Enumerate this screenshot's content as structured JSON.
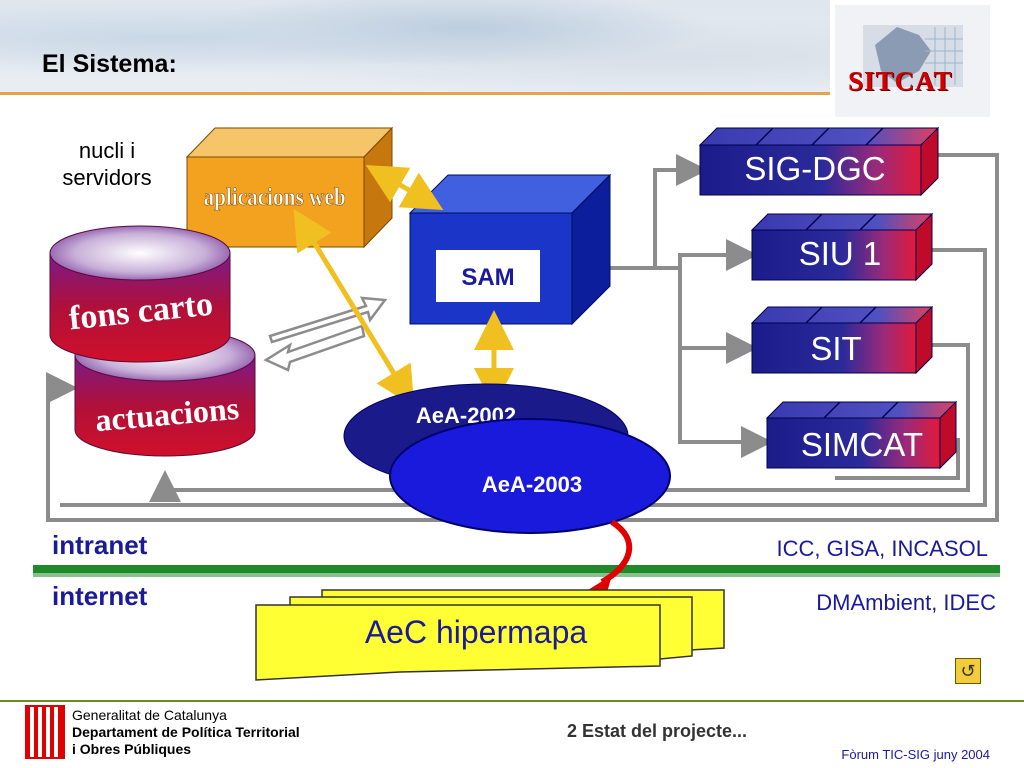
{
  "header": {
    "title": "El Sistema:",
    "logo_text": "SITCAT"
  },
  "labels": {
    "nucli": [
      "nucli i",
      "servidors"
    ],
    "intranet": "intranet",
    "internet": "internet",
    "icc": "ICC, GISA, INCASOL",
    "dmambient": "DMAmbient, IDEC"
  },
  "diagram": {
    "web_box": "aplicacions web",
    "fons_cylinder": "fons carto",
    "actuacions_cylinder": "actuacions",
    "sam": "SAM",
    "aea2002": "AeA-2002",
    "aea2003": "AeA-2003",
    "systems": [
      "SIG-DGC",
      "SIU 1",
      "SIT",
      "SIMCAT"
    ],
    "aec": "AeC hipermapa"
  },
  "footer": {
    "gen1": "Generalitat de Catalunya",
    "gen2": "Departament de Política Territorial",
    "gen3": "i Obres Públiques",
    "estat": "2 Estat del projecte...",
    "forum": "Fòrum TIC-SIG juny 2004"
  },
  "icons": {
    "back": "return-arrow-icon",
    "logo": "catalonia-map-icon",
    "gencat": "gencat-flag-icon"
  },
  "colors": {
    "title_blue": "#1a1a9a",
    "accent_red": "#d40000",
    "box_orange": "#f3a21f",
    "sam_blue": "#1a35c8"
  }
}
